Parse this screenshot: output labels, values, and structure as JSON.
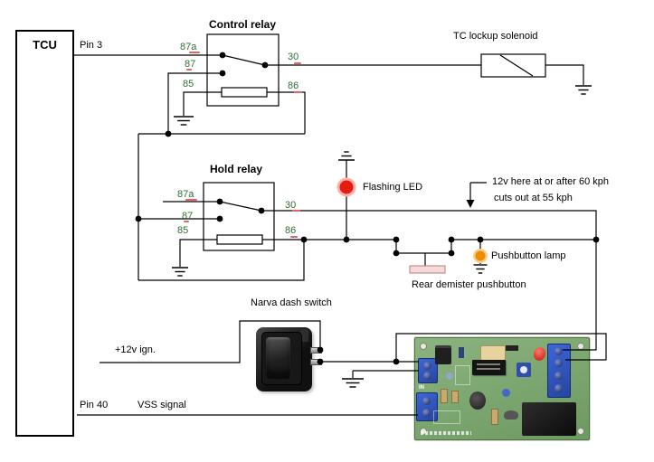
{
  "tcu": {
    "label": "TCU",
    "pin3_label": "Pin 3",
    "pin40_label": "Pin 40",
    "vss_label": "VSS signal"
  },
  "control_relay": {
    "title": "Control relay",
    "pin_87a": "87a",
    "pin_87": "87",
    "pin_85": "85",
    "pin_30": "30",
    "pin_86": "86"
  },
  "hold_relay": {
    "title": "Hold relay",
    "pin_87a": "87a",
    "pin_87": "87",
    "pin_85": "85",
    "pin_30": "30",
    "pin_86": "86"
  },
  "labels": {
    "solenoid": "TC lockup solenoid",
    "flashing_led": "Flashing LED",
    "speed_note_line1": "12v here at or after 60 kph",
    "speed_note_line2": "cuts out at 55 kph",
    "pushbutton_lamp": "Pushbutton lamp",
    "rear_demister": "Rear demister pushbutton",
    "narva_switch": "Narva dash switch",
    "ign_12v": "+12v ign."
  },
  "pcb": {
    "in_label": "IN"
  },
  "colors": {
    "wire": "#000000",
    "pin_label_green": "#2f6f35",
    "spellcheck_red": "#e06666",
    "led_red": "#e31d12",
    "led_halo": "#ffb0a8",
    "lamp_orange": "#f08c00",
    "lamp_halo": "#f8cf8a",
    "pushbutton_pink": "#f5dada",
    "pcb_green": "#7da671",
    "terminal_blue": "#2d54c4"
  }
}
